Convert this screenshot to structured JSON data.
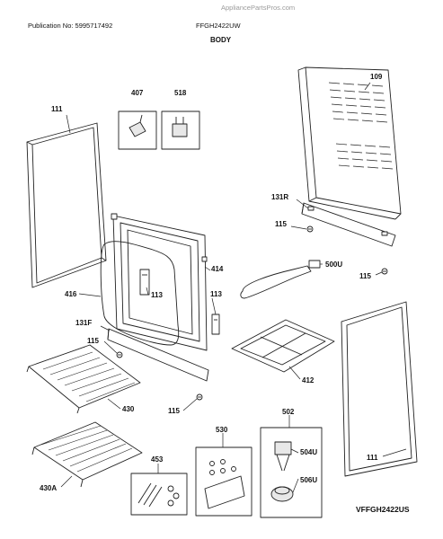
{
  "header": {
    "publication": "Publication No: 5995717492",
    "model": "FFGH2422UW",
    "watermark": "AppliancePartsPros.com",
    "section_title": "BODY"
  },
  "footer": {
    "diagram_code": "VFFGH2422US"
  },
  "callouts": {
    "p109": "109",
    "p111_left": "111",
    "p111_right": "111",
    "p113_a": "113",
    "p113_b": "113",
    "p115_a": "115",
    "p115_b": "115",
    "p115_c": "115",
    "p115_d": "115",
    "p131F": "131F",
    "p131R": "131R",
    "p407": "407",
    "p412": "412",
    "p414": "414",
    "p416": "416",
    "p430": "430",
    "p430A": "430A",
    "p453": "453",
    "p500U": "500U",
    "p502": "502",
    "p504U": "504U",
    "p506U": "506U",
    "p518": "518",
    "p530": "530"
  },
  "colors": {
    "line": "#222222",
    "fill": "#ffffff",
    "shade": "#d8d8d8"
  }
}
